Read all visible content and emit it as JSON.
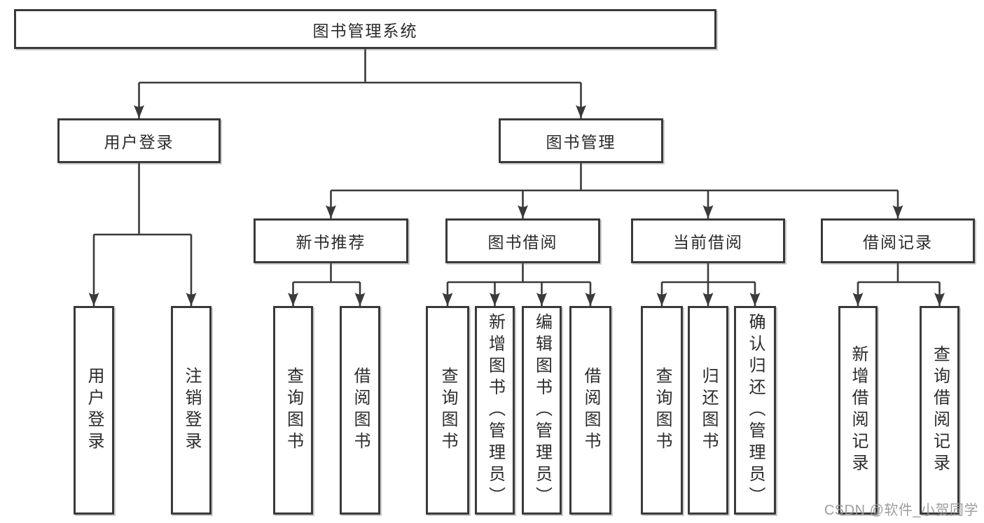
{
  "tree": {
    "label": "图书管理系统",
    "children": [
      {
        "label": "用户登录",
        "children": [
          {
            "label": "用户登录"
          },
          {
            "label": "注销登录"
          }
        ]
      },
      {
        "label": "图书管理",
        "children": [
          {
            "label": "新书推荐",
            "children": [
              {
                "label": "查询图书"
              },
              {
                "label": "借阅图书"
              }
            ]
          },
          {
            "label": "图书借阅",
            "children": [
              {
                "label": "查询图书"
              },
              {
                "label": "新增图书（管理员）"
              },
              {
                "label": "编辑图书（管理员）"
              },
              {
                "label": "借阅图书"
              }
            ]
          },
          {
            "label": "当前借阅",
            "children": [
              {
                "label": "查询图书"
              },
              {
                "label": "归还图书"
              },
              {
                "label": "确认归还（管理员）"
              }
            ]
          },
          {
            "label": "借阅记录",
            "children": [
              {
                "label": "新增借阅记录"
              },
              {
                "label": "查询借阅记录"
              }
            ]
          }
        ]
      }
    ]
  },
  "watermark": {
    "text": "CSDN @软件_小贺同学"
  },
  "colors": {
    "line": "#3a3a3a",
    "box_border": "#3a3a3a",
    "text": "#2b2b2b",
    "watermark": "#969696",
    "background": "#ffffff"
  }
}
